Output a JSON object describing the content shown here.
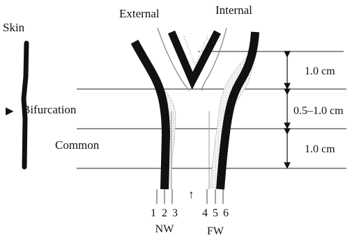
{
  "labels": {
    "skin": "Skin",
    "external": "External",
    "internal": "Internal",
    "bifurcation": "Bifurcation",
    "common": "Common",
    "arrow_marker": "▶",
    "flow_arrow": "↑"
  },
  "measurements": {
    "upper": "1.0 cm",
    "middle": "0.5–1.0 cm",
    "lower": "1.0 cm"
  },
  "wall_layers": {
    "near_numbers": [
      "1",
      "2",
      "3"
    ],
    "near_label": "NW",
    "far_numbers": [
      "4",
      "5",
      "6"
    ],
    "far_label": "FW"
  }
}
